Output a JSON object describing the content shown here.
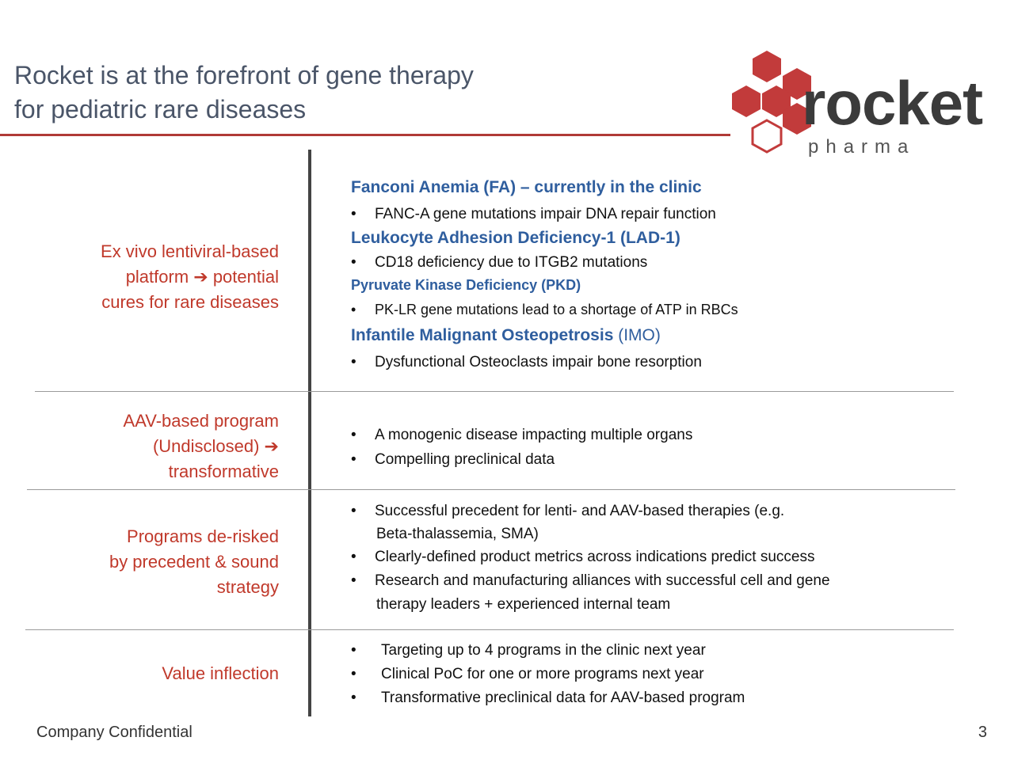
{
  "header": {
    "title_line1": "Rocket is at the forefront of gene therapy",
    "title_line2": "for pediatric rare diseases"
  },
  "logo": {
    "word": "rocket",
    "sub": "pharma",
    "colors": {
      "hex_fill": "#c23b3b",
      "hex_outline": "#c23b3b",
      "wordmark": "#3b3b3b"
    }
  },
  "sections": [
    {
      "label_lines": [
        "Ex vivo lentiviral-based",
        "platform ➔ potential",
        "cures for rare diseases"
      ],
      "items": [
        {
          "heading": "Fanconi Anemia (FA) – currently in the clinic",
          "bullet": "FANC-A gene mutations impair DNA repair function"
        },
        {
          "heading": "Leukocyte Adhesion Deficiency-1 (LAD-1)",
          "bullet": "CD18 deficiency due to ITGB2 mutations"
        },
        {
          "heading": "Pyruvate Kinase Deficiency (PKD)",
          "bullet": "PK-LR gene mutations lead to a shortage of ATP in RBCs"
        },
        {
          "heading": "Infantile Malignant Osteopetrosis",
          "heading_suffix": "(IMO)",
          "bullet": "Dysfunctional Osteoclasts impair bone resorption"
        }
      ]
    },
    {
      "label_lines": [
        "AAV-based program",
        "(Undisclosed) ➔",
        "transformative"
      ],
      "bullets": [
        "A monogenic disease impacting multiple organs",
        "Compelling preclinical data"
      ]
    },
    {
      "label_lines": [
        "Programs de-risked",
        "by precedent & sound",
        "strategy"
      ],
      "bullets": [
        "Successful precedent for lenti- and AAV-based therapies (e.g.",
        "Beta-thalassemia, SMA)",
        "Clearly-defined product metrics across indications predict success",
        "Research and manufacturing alliances with successful cell and gene",
        "therapy leaders + experienced internal team"
      ]
    },
    {
      "label_lines": [
        "Value inflection"
      ],
      "bullets": [
        "Targeting up to 4 programs in the clinic next year",
        "Clinical PoC for one or more programs next year",
        "Transformative preclinical data for AAV-based program"
      ]
    }
  ],
  "bullet_glyph": "•",
  "footer": {
    "left": "Company Confidential",
    "page_number": "3"
  },
  "colors": {
    "accent_red": "#c0392b",
    "heading_blue": "#2f5e9e",
    "title_gray": "#4a5568"
  }
}
